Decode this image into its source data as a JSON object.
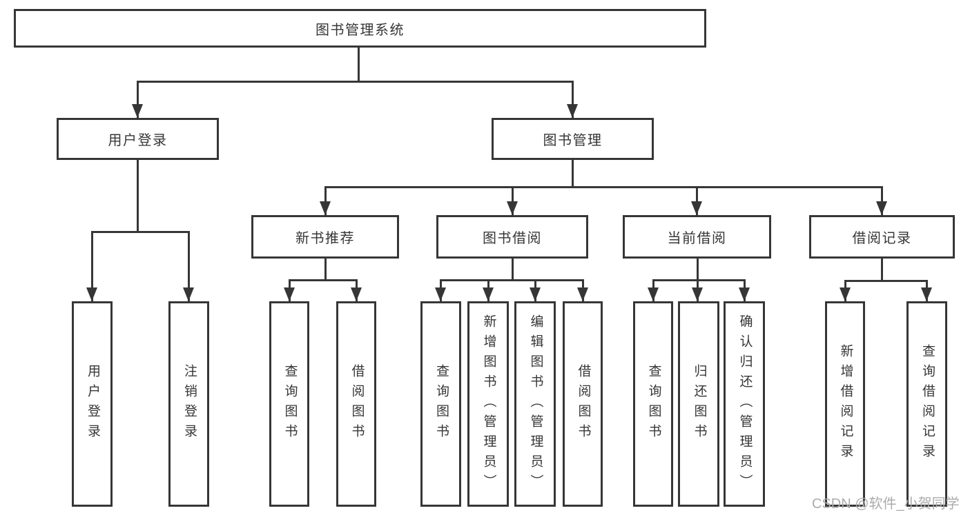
{
  "tree": {
    "root": "图书管理系统",
    "branches": [
      {
        "label": "用户登录",
        "children": [
          "用户登录",
          "注销登录"
        ]
      },
      {
        "label": "图书管理",
        "groups": [
          {
            "label": "新书推荐",
            "children": [
              "查询图书",
              "借阅图书"
            ]
          },
          {
            "label": "图书借阅",
            "children": [
              "查询图书",
              "新增图书（管理员）",
              "编辑图书（管理员）",
              "借阅图书"
            ]
          },
          {
            "label": "当前借阅",
            "children": [
              "查询图书",
              "归还图书",
              "确认归还（管理员）"
            ]
          },
          {
            "label": "借阅记录",
            "children": [
              "新增借阅记录",
              "查询借阅记录"
            ]
          }
        ]
      }
    ]
  },
  "watermark": "CSDN @软件_小贺同学",
  "colors": {
    "line": "#363636",
    "box_border": "#363636",
    "text": "#363636",
    "watermark": "#ababab",
    "background": "#ffffff"
  }
}
